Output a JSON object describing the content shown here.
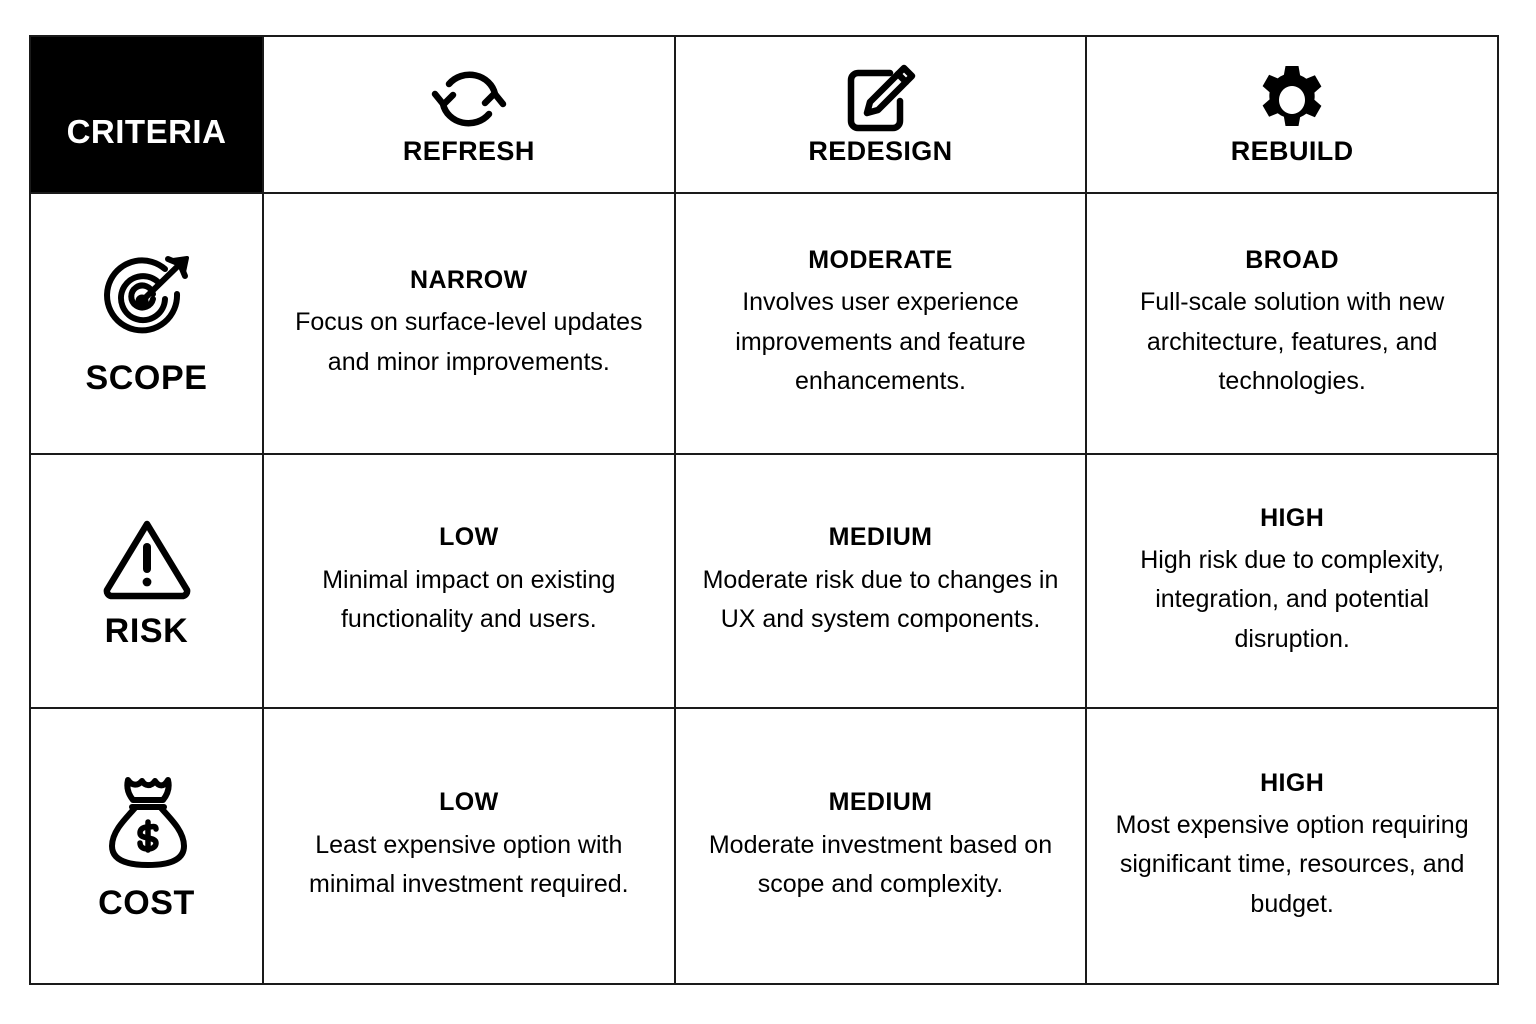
{
  "table": {
    "header": {
      "criteria_label": "CRITERIA",
      "options": [
        {
          "label": "REFRESH",
          "icon": "refresh-cycle-icon"
        },
        {
          "label": "REDESIGN",
          "icon": "edit-pencil-note-icon"
        },
        {
          "label": "REBUILD",
          "icon": "gear-icon"
        }
      ]
    },
    "rows": [
      {
        "criteria": "SCOPE",
        "icon": "target-arrow-icon",
        "cells": [
          {
            "rating": "NARROW",
            "description": "Focus on surface-level updates and minor improvements."
          },
          {
            "rating": "MODERATE",
            "description": "Involves user experience improvements and feature enhancements."
          },
          {
            "rating": "BROAD",
            "description": "Full-scale solution with new architecture, features, and technologies."
          }
        ]
      },
      {
        "criteria": "RISK",
        "icon": "warning-triangle-icon",
        "cells": [
          {
            "rating": "LOW",
            "description": "Minimal impact on existing functionality and users."
          },
          {
            "rating": "MEDIUM",
            "description": "Moderate risk due to changes in UX and system components."
          },
          {
            "rating": "HIGH",
            "description": "High risk due to complexity, integration, and potential disruption."
          }
        ]
      },
      {
        "criteria": "COST",
        "icon": "money-bag-icon",
        "cells": [
          {
            "rating": "LOW",
            "description": "Least expensive option with minimal investment required."
          },
          {
            "rating": "MEDIUM",
            "description": "Moderate investment based on scope and complexity."
          },
          {
            "rating": "HIGH",
            "description": "Most expensive option requiring significant time, resources, and budget."
          }
        ]
      }
    ]
  },
  "colors": {
    "header_cell_background": "#000000",
    "header_cell_text": "#ffffff",
    "page_background": "#ffffff",
    "border": "#1a1a1a",
    "text": "#000000"
  }
}
